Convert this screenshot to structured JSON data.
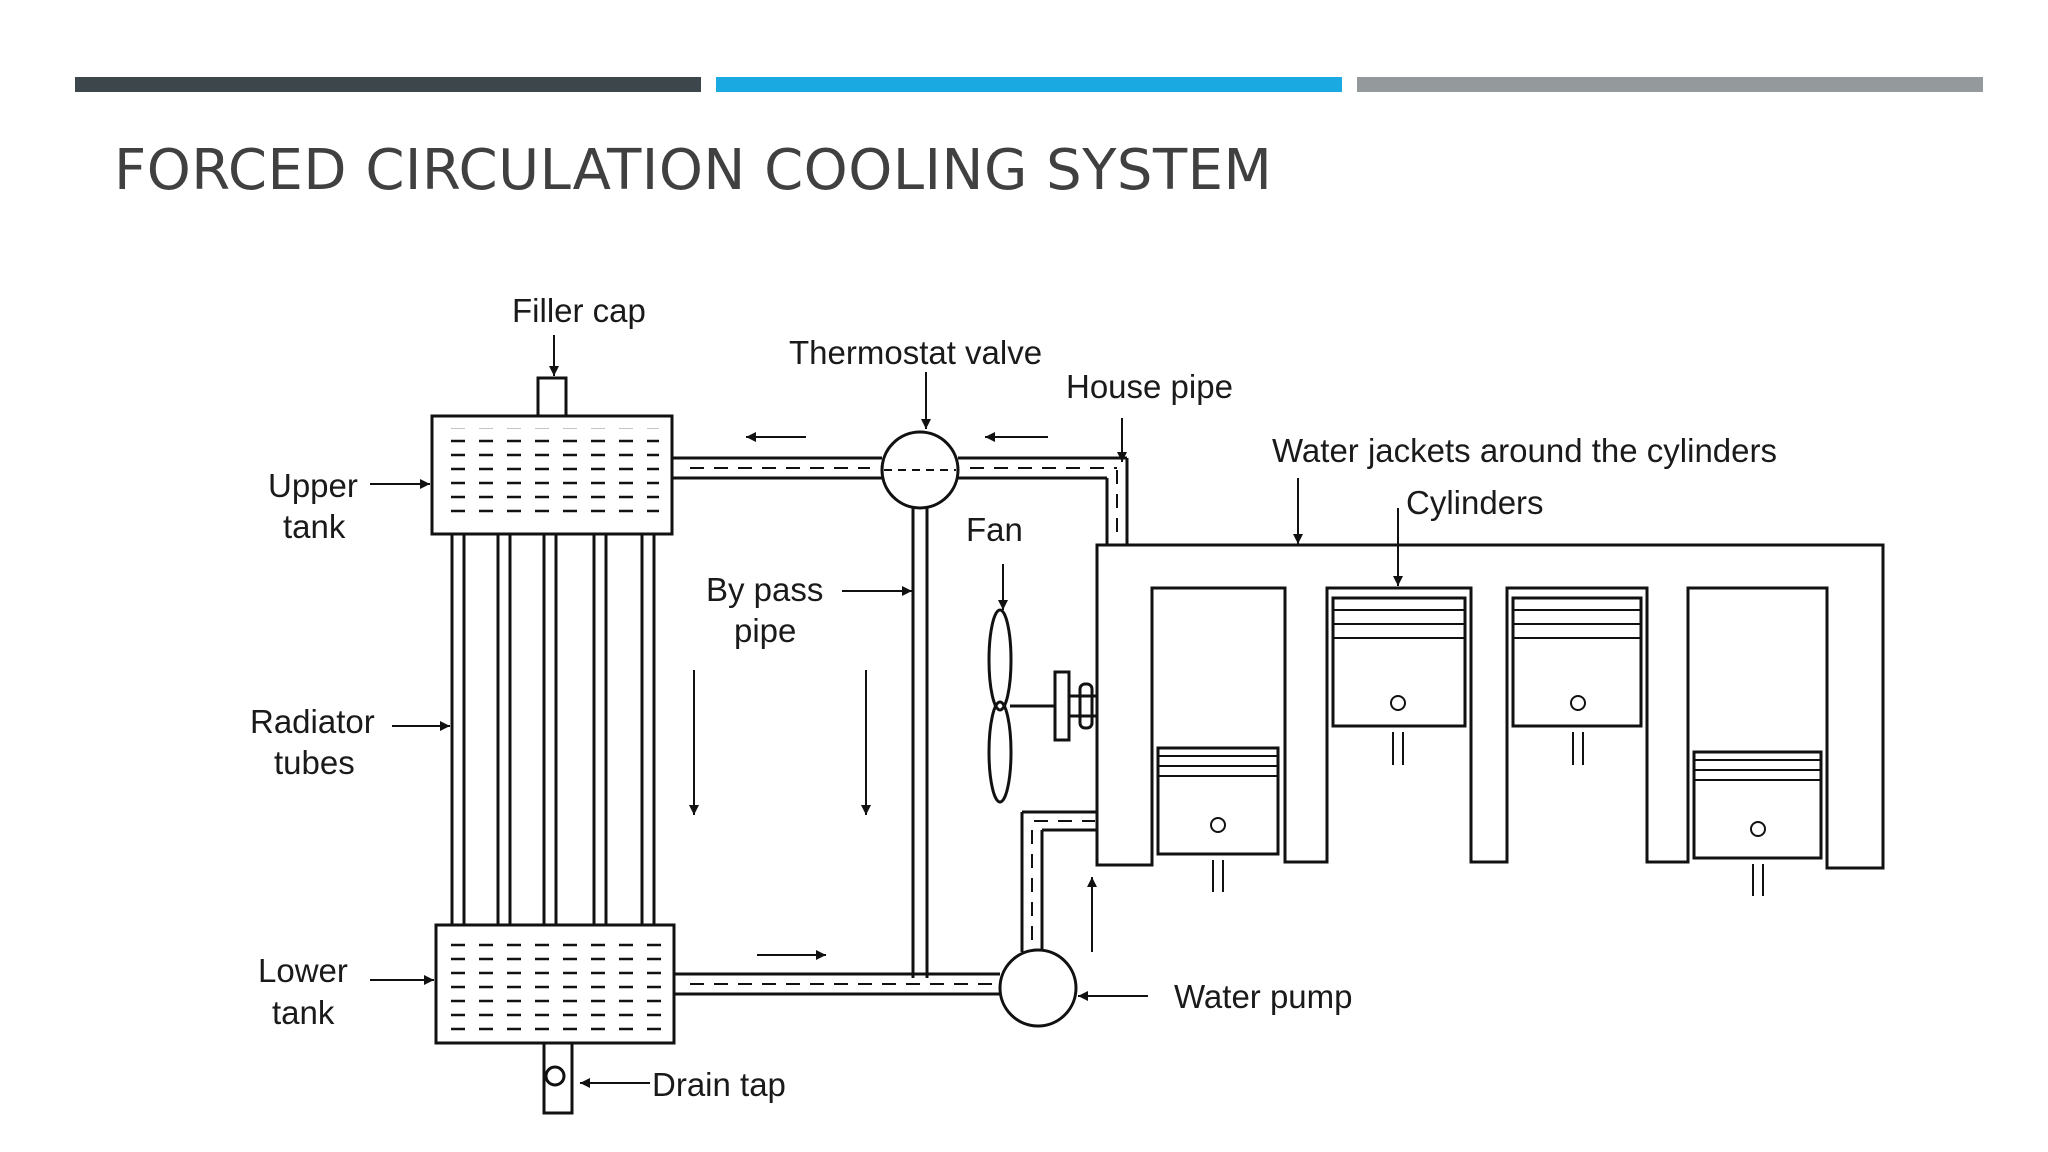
{
  "slide": {
    "title": "FORCED CIRCULATION COOLING SYSTEM",
    "accent_bars": [
      {
        "color": "#3d464b"
      },
      {
        "color": "#1ba9e1"
      },
      {
        "color": "#94999c"
      }
    ]
  },
  "diagram": {
    "labels": {
      "filler_cap": "Filler cap",
      "thermostat_valve": "Thermostat valve",
      "house_pipe": "House pipe",
      "water_jackets": "Water jackets around the cylinders",
      "cylinders": "Cylinders",
      "upper_tank_line1": "Upper",
      "upper_tank_line2": "tank",
      "fan": "Fan",
      "by_pass_line1": "By pass",
      "by_pass_line2": "pipe",
      "radiator_line1": "Radiator",
      "radiator_line2": "tubes",
      "lower_tank_line1": "Lower",
      "lower_tank_line2": "tank",
      "water_pump": "Water pump",
      "drain_tap": "Drain tap"
    }
  }
}
